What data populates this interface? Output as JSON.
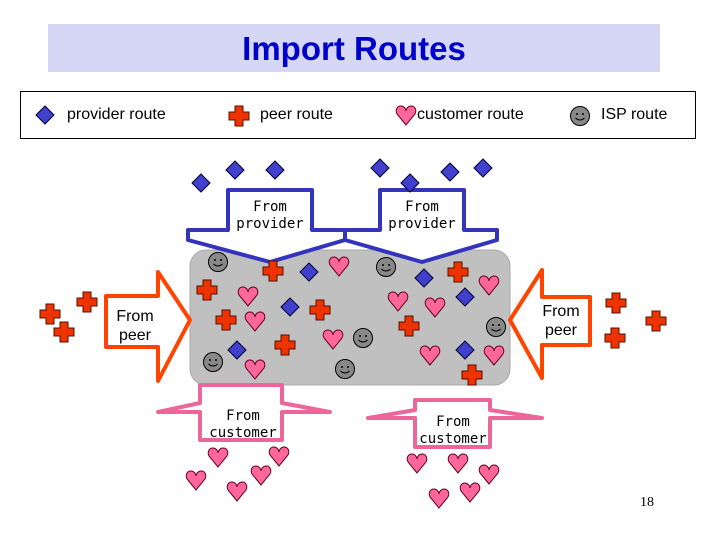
{
  "title": "Import Routes",
  "legend": {
    "provider": "provider route",
    "peer": "peer route",
    "customer": "customer route",
    "isp": "ISP route"
  },
  "arrows": {
    "top_left_line1": "From",
    "top_left_line2": "provider",
    "top_right_line1": "From",
    "top_right_line2": "provider",
    "left_line1": "From",
    "left_line2": "peer",
    "right_line1": "From",
    "right_line2": "peer",
    "bottom_left_line1": "From",
    "bottom_left_line2": "customer",
    "bottom_right_line1": "From",
    "bottom_right_line2": "customer"
  },
  "page_number": "18",
  "colors": {
    "provider": "#4040cc",
    "peer": "#ee3300",
    "customer": "#ff6699",
    "isp": "#888888",
    "provider_arrow": "#3333bb",
    "peer_arrow": "#ff4400",
    "customer_arrow": "#ee6699",
    "pool": "#c0c0c0"
  },
  "icons": {
    "provider": "blue-diamond-icon",
    "peer": "red-cross-icon",
    "customer": "pink-heart-icon",
    "isp": "gray-smiley-icon"
  }
}
